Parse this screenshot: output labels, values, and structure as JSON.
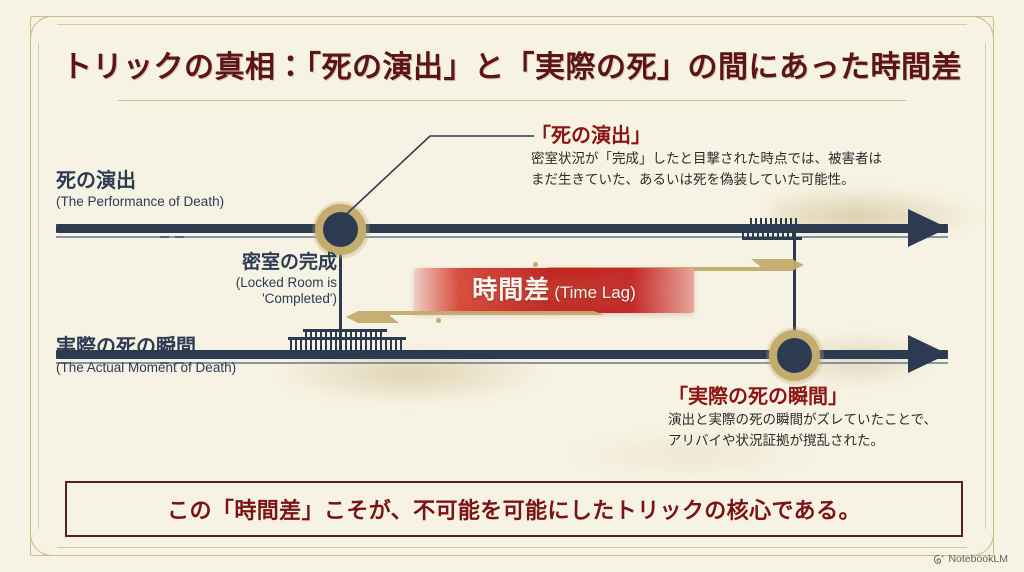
{
  "title": "トリックの真相：「死の演出」と「実際の死」の間にあった時間差",
  "axes": {
    "top": {
      "jp_label": "死の演出",
      "en_label": "(The Performance of Death)"
    },
    "bottom": {
      "jp_label": "実際の死の瞬間",
      "en_label": "(The Actual Moment of Death)"
    }
  },
  "nodes": {
    "left": {
      "jp_label": "密室の完成",
      "en_label_line1": "(Locked Room is",
      "en_label_line2": "'Completed')"
    }
  },
  "time_lag": {
    "jp": "時間差",
    "en": "(Time Lag)"
  },
  "callouts": [
    {
      "head": "「死の演出」",
      "body_line1": "密室状況が「完成」したと目撃された時点では、被害者は",
      "body_line2": "まだ生きていた、あるいは死を偽装していた可能性。"
    },
    {
      "head": "「実際の死の瞬間」",
      "body_line1": "演出と実際の死の瞬間がズレていたことで、",
      "body_line2": "アリバイや状況証拠が撹乱された。"
    }
  ],
  "banner": "この「時間差」こそが、不可能を可能にしたトリックの核心である。",
  "watermark": {
    "label": "NotebookLM",
    "icon": "notebook-spiral-icon"
  },
  "colors": {
    "background": "#f7f3e4",
    "title": "#5c1414",
    "axis_navy": "#2c3b52",
    "accent_gold": "#c4ab6e",
    "lag_red": "#c02020",
    "callout_head": "#8d1414",
    "banner_border": "#57231b",
    "banner_text": "#7a1414",
    "frame_line": "#cbbd8b"
  }
}
